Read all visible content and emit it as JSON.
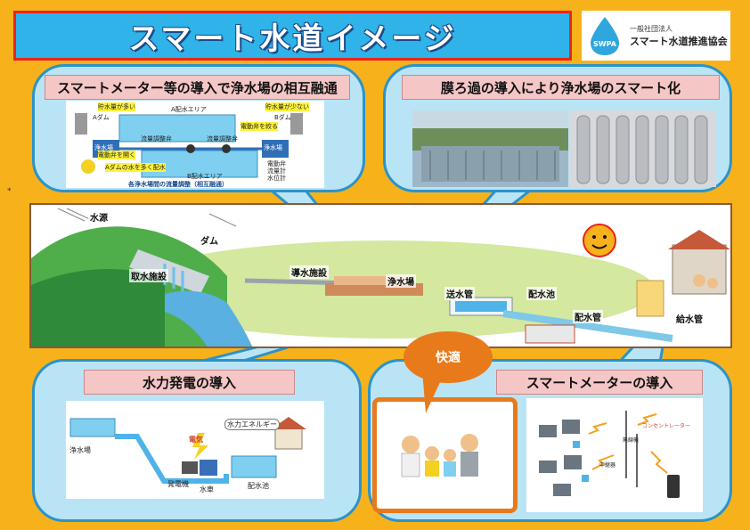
{
  "title": "スマート水道イメージ",
  "logo": {
    "abbr": "SWPA",
    "org_type": "一般社団法人",
    "org_name": "スマート水道推進協会"
  },
  "asterisk": "*",
  "panels": {
    "mutual": {
      "label": "スマートメーター等の導入で浄水場の相互融通",
      "small_texts": {
        "low_a": "貯水量が多い",
        "low_b": "貯水量が少ない",
        "a_dam": "Aダム",
        "b_dam": "Bダム",
        "area_a": "A配水エリア",
        "area_b": "B配水エリア",
        "plant_a": "浄水場",
        "plant_b": "浄水場",
        "meter1": "流量調整弁",
        "meter2": "流量調整弁",
        "valve_close": "電動弁を絞る",
        "valve_open": "電動弁を開く",
        "more_water": "Aダムの水を多く配水",
        "legend1": "電動弁",
        "legend2": "流量計",
        "legend3": "水位計",
        "caption": "各浄水場間の流量調整（相互融通）"
      }
    },
    "membrane": {
      "label": "膜ろ過の導入により浄水場のスマート化"
    },
    "hydro": {
      "label": "水力発電の導入",
      "texts": {
        "plant": "浄水場",
        "energy": "水力エネルギー",
        "electric": "電気",
        "generator": "発電機",
        "turbine": "水車",
        "reservoir": "配水池"
      }
    },
    "meter": {
      "label": "スマートメーターの導入",
      "texts": {
        "concentrator": "コンセントレーター",
        "relay1": "無線機",
        "relay2": "中継器"
      }
    }
  },
  "scene": {
    "labels": {
      "source": "水源",
      "dam": "ダム",
      "intake": "取水施設",
      "conveyance": "導水施設",
      "plant": "浄水場",
      "transmission": "送水管",
      "reservoir": "配水池",
      "distribution": "配水管",
      "supply": "給水管"
    }
  },
  "comfort": "快適",
  "colors": {
    "background": "#f7b21b",
    "title_bg": "#2fb3e8",
    "title_border": "#e8241a",
    "bubble_bg": "#b9e4f5",
    "bubble_border": "#2b93c9",
    "label_bg": "#f5c6c6",
    "accent_orange": "#e87a1c"
  }
}
